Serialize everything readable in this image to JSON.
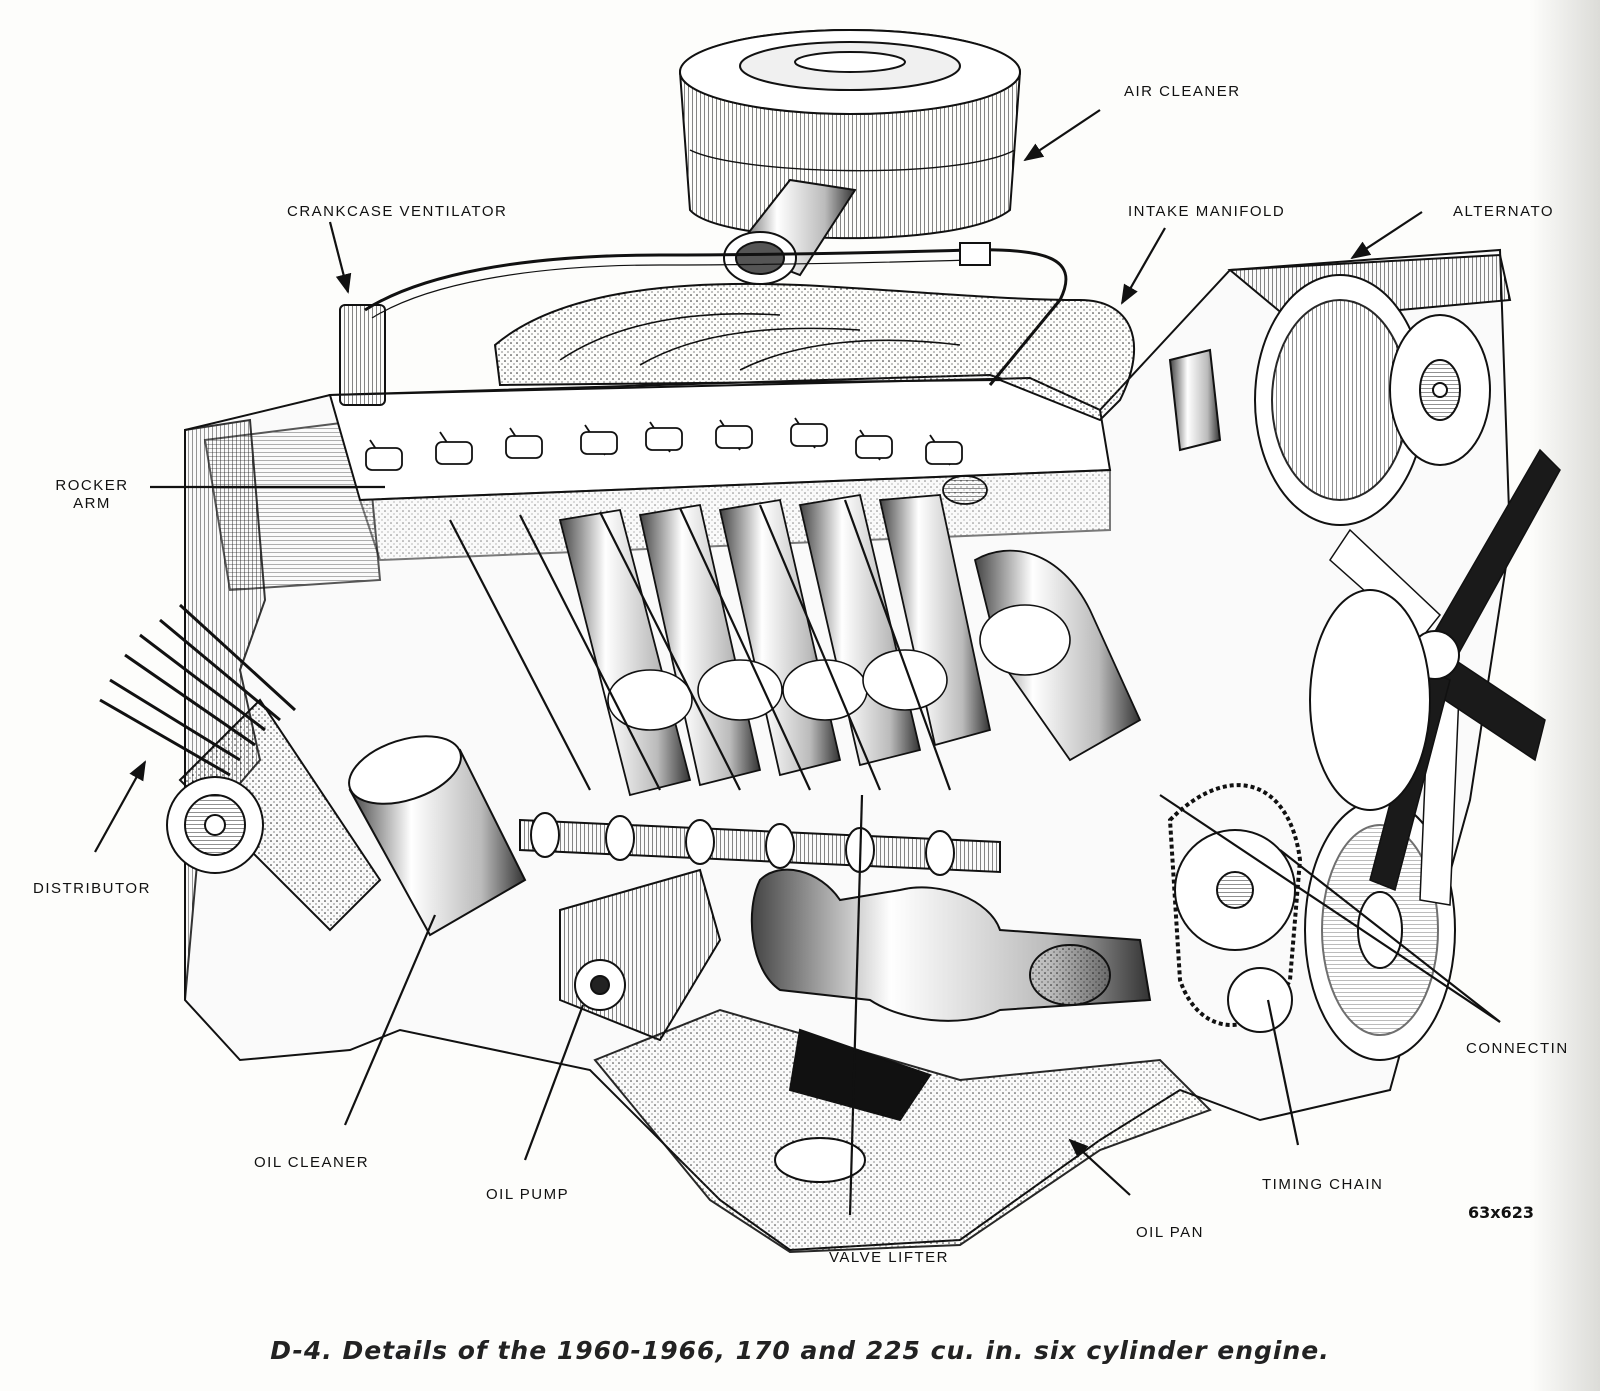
{
  "figure": {
    "caption": "D-4. Details of the 1960-1966, 170 and 225 cu. in. six cylinder engine.",
    "figure_number": "63x623"
  },
  "labels": {
    "air_cleaner": "AIR CLEANER",
    "crankcase_ventilator": "CRANKCASE VENTILATOR",
    "intake_manifold": "INTAKE MANIFOLD",
    "alternator": "ALTERNATO",
    "rocker_arm_line1": "ROCKER",
    "rocker_arm_line2": "ARM",
    "distributor": "DISTRIBUTOR",
    "oil_cleaner": "OIL CLEANER",
    "oil_pump": "OIL PUMP",
    "valve_lifter": "VALVE LIFTER",
    "oil_pan": "OIL PAN",
    "timing_chain": "TIMING CHAIN",
    "connecting": "CONNECTIN"
  },
  "colors": {
    "ink": "#111111",
    "paper": "#fdfdfb",
    "shade": "#6e6e6e"
  }
}
